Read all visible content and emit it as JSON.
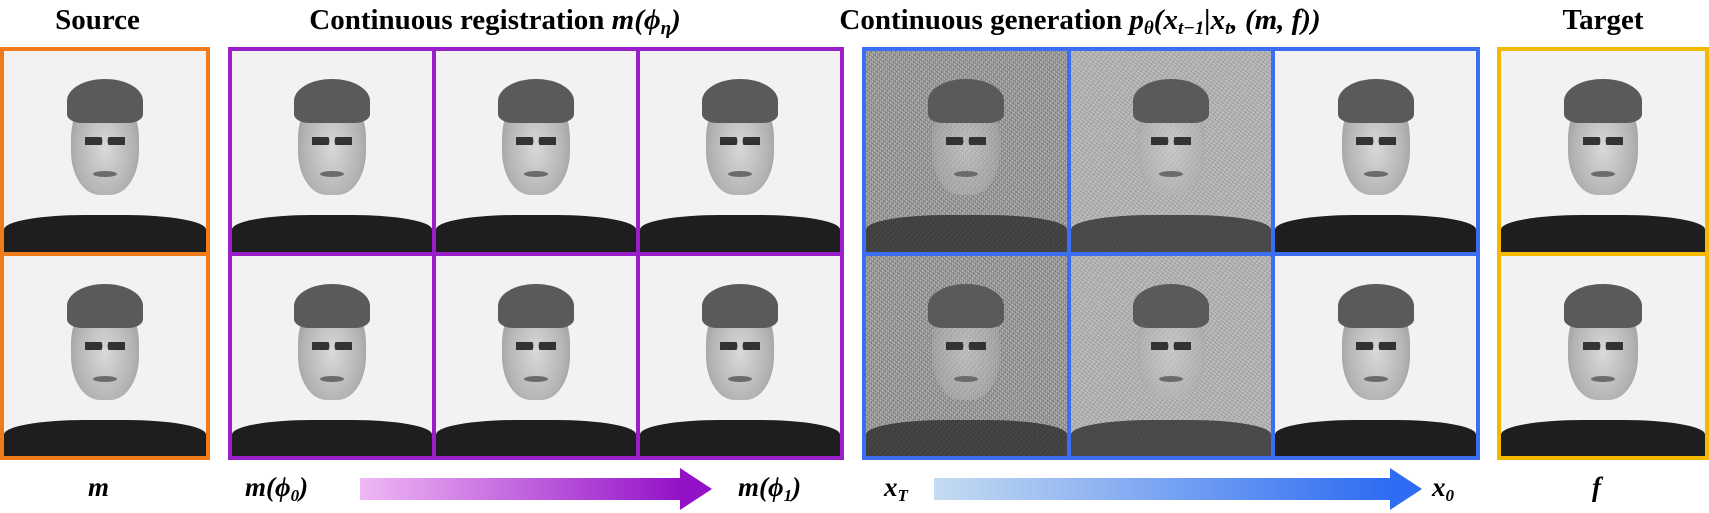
{
  "titles": {
    "source": "Source",
    "registration": "Continuous registration",
    "registration_math": "m(ϕ",
    "registration_sub": "η",
    "registration_close": ")",
    "generation": "Continuous generation",
    "generation_math": "p",
    "generation_math_sub": "θ",
    "generation_math_rest": "(x",
    "generation_sub1": "t−1",
    "generation_mid": "|x",
    "generation_sub2": "t",
    "generation_tail": ", (m, f))",
    "target": "Target"
  },
  "bottom_labels": {
    "source": "m",
    "reg_start": "m(ϕ",
    "reg_start_sub": "0",
    "reg_start_close": ")",
    "reg_end": "m(ϕ",
    "reg_end_sub": "1",
    "reg_end_close": ")",
    "gen_start": "x",
    "gen_start_sub": "T",
    "gen_end": "x",
    "gen_end_sub": "0",
    "target": "f"
  },
  "colors": {
    "source_border": "#f07b1c",
    "registration_border": "#9b1fc8",
    "generation_border": "#3b6ef0",
    "target_border": "#f5b800",
    "reg_arrow_start": "#f0b8f4",
    "reg_arrow_end": "#9312c8",
    "gen_arrow_start": "#c6dcf2",
    "gen_arrow_end": "#2d6cf3"
  }
}
